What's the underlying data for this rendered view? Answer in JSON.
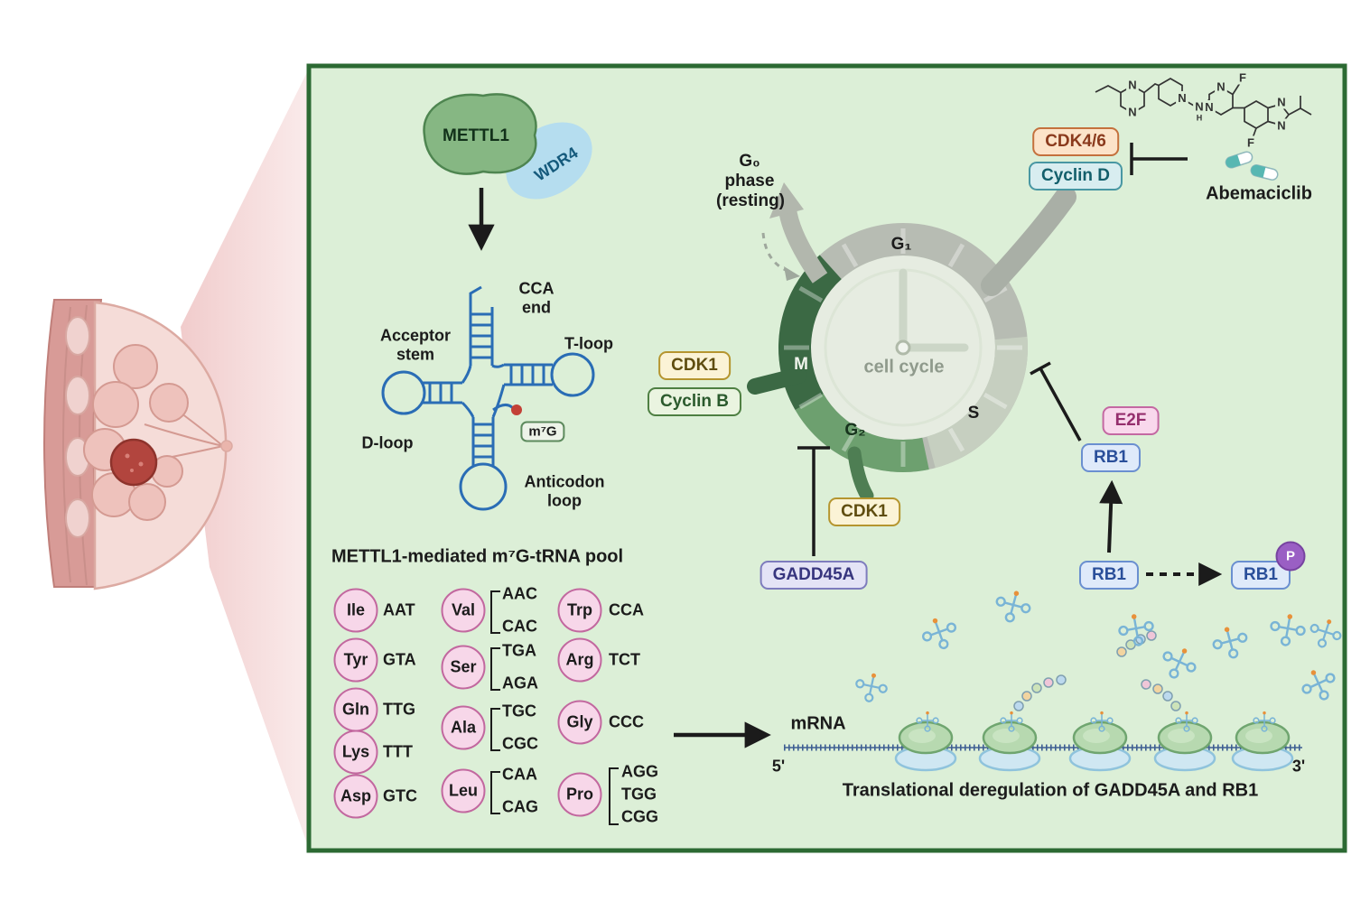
{
  "colors": {
    "panel_bg": "#dcefd7",
    "panel_border": "#2c6a33",
    "trna_blue": "#2a6db5",
    "pool_pink": "#f7d7e9",
    "pool_pink_border": "#c2689f",
    "m_phase_green": "#3b6944",
    "g2_phase_green": "#6da06f",
    "ring_gray": "#b7bcb3",
    "phospho_purple": "#9a5fc4",
    "tumor_red": "#b2453e"
  },
  "complex": {
    "mettl1": "METTL1",
    "wdr4": "WDR4"
  },
  "trna": {
    "cca_end": "CCA end",
    "acceptor_stem": "Acceptor stem",
    "t_loop": "T-loop",
    "d_loop": "D-loop",
    "anticodon_loop": "Anticodon loop",
    "m7g": "m⁷G"
  },
  "pool": {
    "title": "METTL1-mediated m⁷G-tRNA pool",
    "entries": [
      {
        "aa": "Ile",
        "codons": [
          "AAT"
        ]
      },
      {
        "aa": "Tyr",
        "codons": [
          "GTA"
        ]
      },
      {
        "aa": "Gln",
        "codons": [
          "TTG"
        ]
      },
      {
        "aa": "Lys",
        "codons": [
          "TTT"
        ]
      },
      {
        "aa": "Asp",
        "codons": [
          "GTC"
        ]
      },
      {
        "aa": "Val",
        "codons": [
          "AAC",
          "CAC"
        ]
      },
      {
        "aa": "Ser",
        "codons": [
          "TGA",
          "AGA"
        ]
      },
      {
        "aa": "Ala",
        "codons": [
          "TGC",
          "CGC"
        ]
      },
      {
        "aa": "Leu",
        "codons": [
          "CAA",
          "CAG"
        ]
      },
      {
        "aa": "Trp",
        "codons": [
          "CCA"
        ]
      },
      {
        "aa": "Arg",
        "codons": [
          "TCT"
        ]
      },
      {
        "aa": "Gly",
        "codons": [
          "CCC"
        ]
      },
      {
        "aa": "Pro",
        "codons": [
          "AGG",
          "TGG",
          "CGG"
        ]
      }
    ]
  },
  "cycle": {
    "g0": "G₀ phase (resting)",
    "g1": "G₁",
    "s": "S",
    "g2": "G₂",
    "m": "M",
    "center_label": "cell cycle"
  },
  "nodes": {
    "cdk1_m": "CDK1",
    "cyclin_b": "Cyclin B",
    "cdk4_6": "CDK4/6",
    "cyclin_d": "Cyclin D",
    "abemaciclib": "Abemaciclib",
    "cdk1_g2": "CDK1",
    "gadd45a": "GADD45A",
    "e2f": "E2F",
    "rb1": "RB1",
    "rb1_cyto": "RB1",
    "rb1_phos": "RB1",
    "phospho": "P"
  },
  "translation": {
    "mrna": "mRNA",
    "five_prime": "5'",
    "three_prime": "3'",
    "caption": "Translational deregulation of GADD45A and RB1"
  },
  "chem": {
    "atoms": {
      "n1": "N",
      "n2": "N",
      "n3": "N",
      "n4": "N",
      "h": "H",
      "n5": "N",
      "n6": "N",
      "n7": "N",
      "n8": "N",
      "f1": "F",
      "f2": "F"
    }
  }
}
